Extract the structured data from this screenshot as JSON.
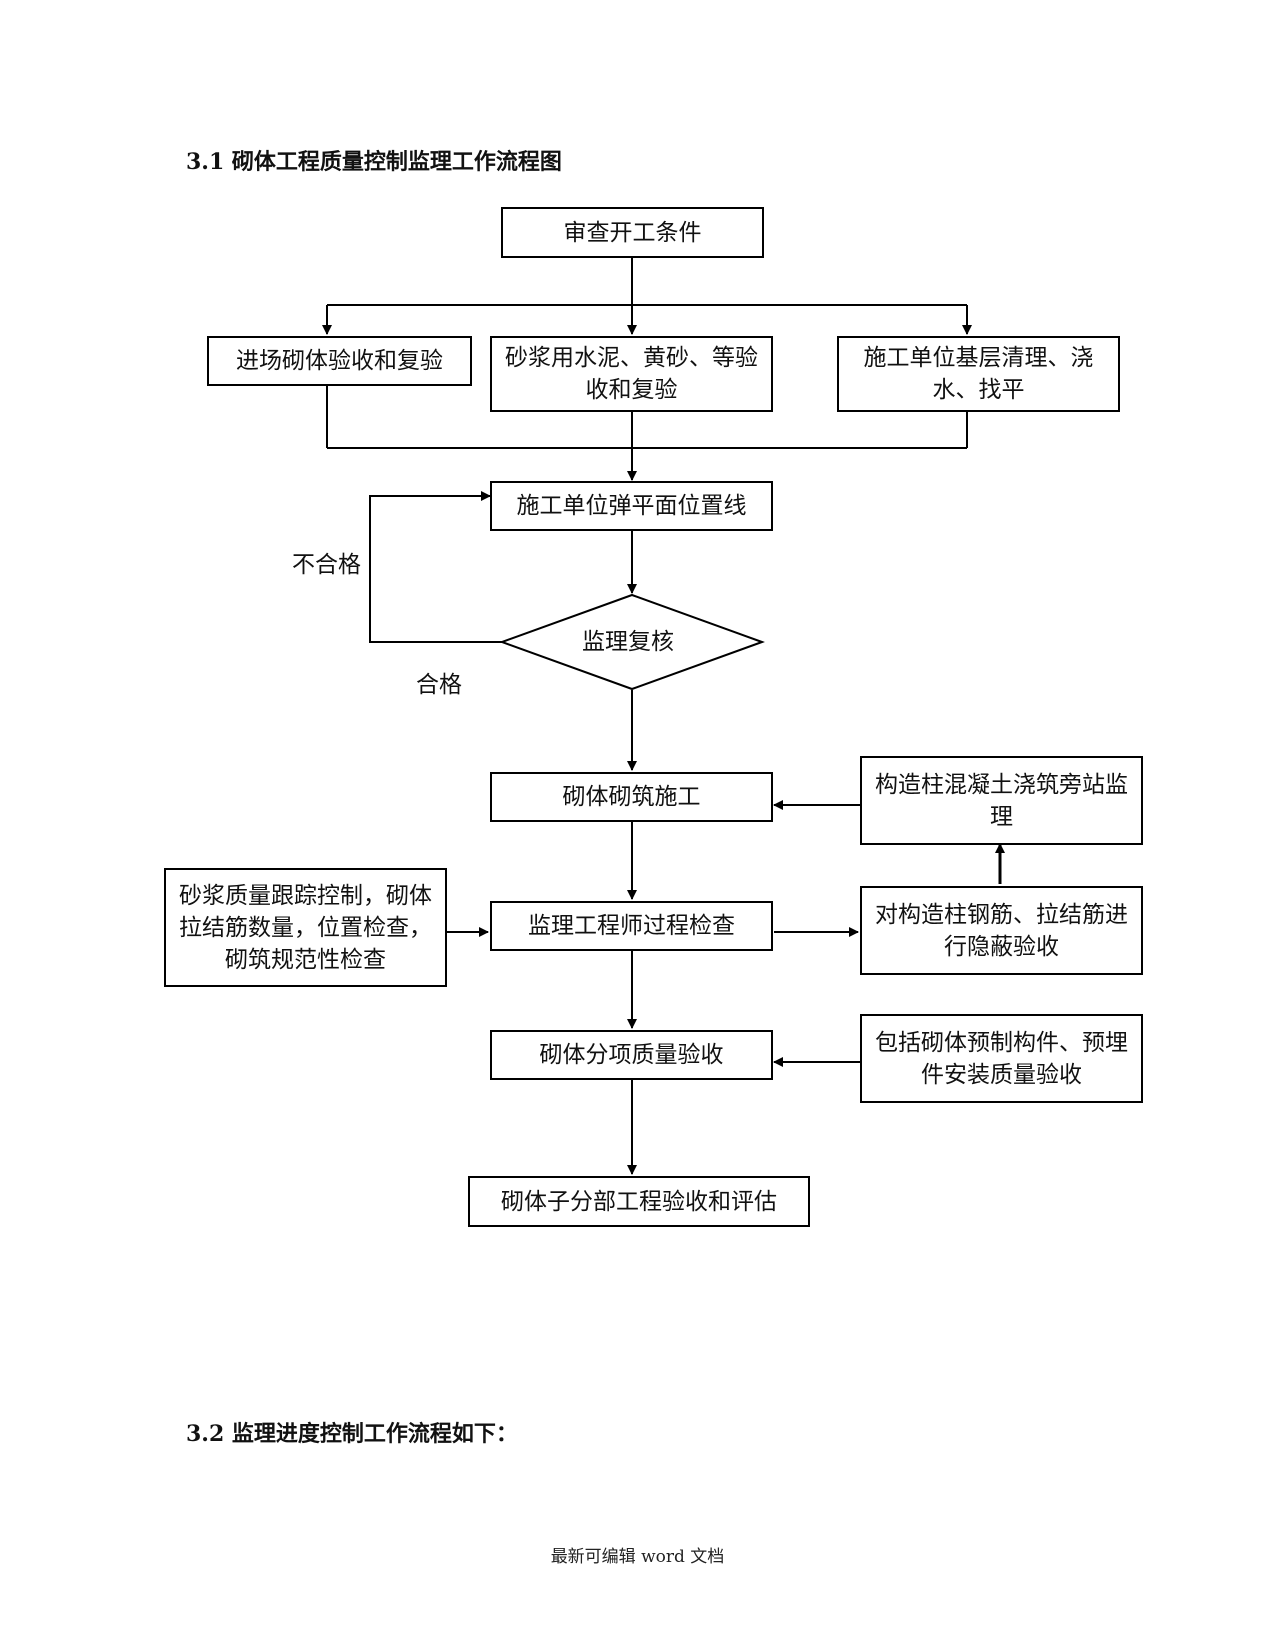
{
  "headings": {
    "h1": "3.1 砌体工程质量控制监理工作流程图",
    "h2": "3.2 监理进度控制工作流程如下："
  },
  "nodes": {
    "start": "审查开工条件",
    "incoming": "进场砌体验收和复验",
    "mortar": "砂浆用水泥、黄砂、等验收和复验",
    "base": "施工单位基层清理、浇水、找平",
    "layout": "施工单位弹平面位置线",
    "review": "监理复核",
    "masonry": "砌体砌筑施工",
    "column_pour": "构造柱混凝土浇筑旁站监理",
    "process_check": "监理工程师过程检查",
    "mortar_control": "砂浆质量跟踪控制，砌体拉结筋数量，位置检查，砌筑规范性检查",
    "hidden_check": "对构造柱钢筋、拉结筋进行隐蔽验收",
    "item_acceptance": "砌体分项质量验收",
    "prefab": "包括砌体预制构件、预埋件安装质量验收",
    "final": "砌体子分部工程验收和评估"
  },
  "edge_labels": {
    "fail": "不合格",
    "pass": "合格"
  },
  "footer": "最新可编辑 word 文档"
}
